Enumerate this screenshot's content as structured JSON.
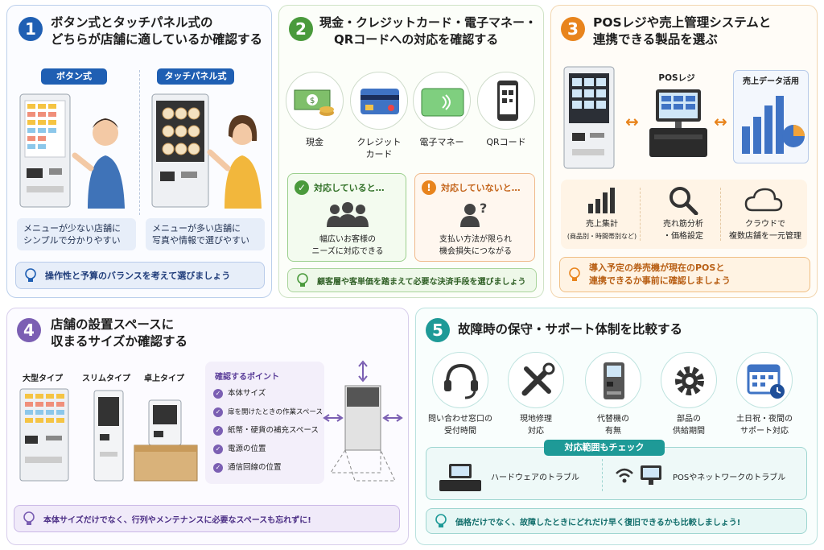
{
  "p1": {
    "num": "1",
    "title_line1": "ボタン式とタッチパネル式の",
    "title_line2": "どちらが店舗に適しているか確認する",
    "tag_button": "ボタン式",
    "tag_touch": "タッチパネル式",
    "cap_button_l1": "メニューが少ない店舗に",
    "cap_button_l2": "シンプルで分かりやすい",
    "cap_touch_l1": "メニューが多い店舗に",
    "cap_touch_l2": "写真や情報で選びやすい",
    "note": "操作性と予算のバランスを考えて選びましょう"
  },
  "p2": {
    "num": "2",
    "title_line1": "現金・クレジットカード・電子マネー・",
    "title_line2": "QRコードへの対応を確認する",
    "payments": [
      {
        "l1": "現金",
        "l2": ""
      },
      {
        "l1": "クレジット",
        "l2": "カード"
      },
      {
        "l1": "電子マネー",
        "l2": ""
      },
      {
        "l1": "QRコード",
        "l2": ""
      }
    ],
    "ok_head": "対応していると…",
    "ok_l1": "幅広いお客様の",
    "ok_l2": "ニーズに対応できる",
    "ng_head": "対応していないと…",
    "ng_l1": "支払い方法が限られ",
    "ng_l2": "機会損失につながる",
    "note": "顧客層や客単価を踏まえて必要な決済手段を選びましょう"
  },
  "p3": {
    "num": "3",
    "title_line1": "POSレジや売上管理システムと",
    "title_line2": "連携できる製品を選ぶ",
    "pos_label": "POSレジ",
    "data_label": "売上データ活用",
    "f1_l1": "売上集計",
    "f1_l2": "(商品別・時間帯別など)",
    "f2_l1": "売れ筋分析",
    "f2_l2": "・価格設定",
    "f3_l1": "クラウドで",
    "f3_l2": "複数店舗を一元管理",
    "note_l1": "導入予定の券売機が現在のPOSと",
    "note_l2": "連携できるか事前に確認しましょう"
  },
  "p4": {
    "num": "4",
    "title_line1": "店舗の設置スペースに",
    "title_line2": "収まるサイズか確認する",
    "type_large": "大型タイプ",
    "type_slim": "スリムタイプ",
    "type_desk": "卓上タイプ",
    "points_head": "確認するポイント",
    "points": [
      "本体サイズ",
      "扉を開けたときの作業スペース",
      "紙幣・硬貨の補充スペース",
      "電源の位置",
      "通信回線の位置"
    ],
    "note": "本体サイズだけでなく、行列やメンテナンスに必要なスペースも忘れずに!"
  },
  "p5": {
    "num": "5",
    "title": "故障時の保守・サポート体制を比較する",
    "items": [
      {
        "l1": "問い合わせ窓口の",
        "l2": "受付時間"
      },
      {
        "l1": "現地修理",
        "l2": "対応"
      },
      {
        "l1": "代替機の",
        "l2": "有無"
      },
      {
        "l1": "部品の",
        "l2": "供給期間"
      },
      {
        "l1": "土日祝・夜間の",
        "l2": "サポート対応"
      }
    ],
    "scope_head": "対応範囲もチェック",
    "scope_hw": "ハードウェアのトラブル",
    "scope_net": "POSやネットワークのトラブル",
    "note": "価格だけでなく、故障したときにどれだけ早く復旧できるかも比較しましょう!"
  },
  "colors": {
    "blue": "#1f5fb3",
    "green": "#4a9a3c",
    "orange": "#e8841d",
    "purple": "#7b5fb3",
    "teal": "#1e9a97"
  }
}
